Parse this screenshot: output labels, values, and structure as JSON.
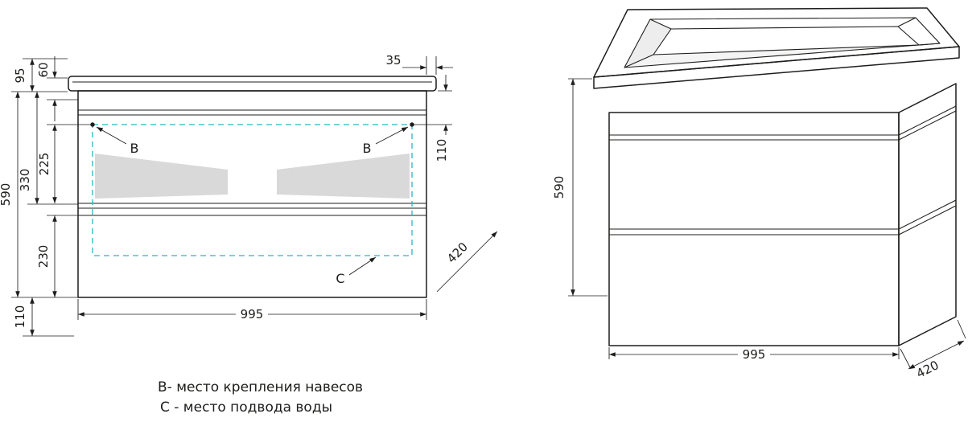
{
  "colors": {
    "background": "#ffffff",
    "line": "#1d1d1b",
    "dashed": "#29b5c8",
    "shade": "#d9d9d9",
    "basin": "#ededed"
  },
  "front_view": {
    "dims": {
      "d95": "95",
      "d60": "60",
      "d35": "35",
      "d110_right": "110",
      "d225": "225",
      "d330": "330",
      "d590": "590",
      "d230": "230",
      "d110_bottom": "110",
      "d995": "995",
      "d420": "420"
    },
    "markers": {
      "b": "B",
      "c": "C"
    }
  },
  "perspective_view": {
    "dims": {
      "d590": "590",
      "d995": "995",
      "d420": "420"
    }
  },
  "legend": {
    "line_b": "B- место крепления навесов",
    "line_c": "C - место подвода воды"
  }
}
